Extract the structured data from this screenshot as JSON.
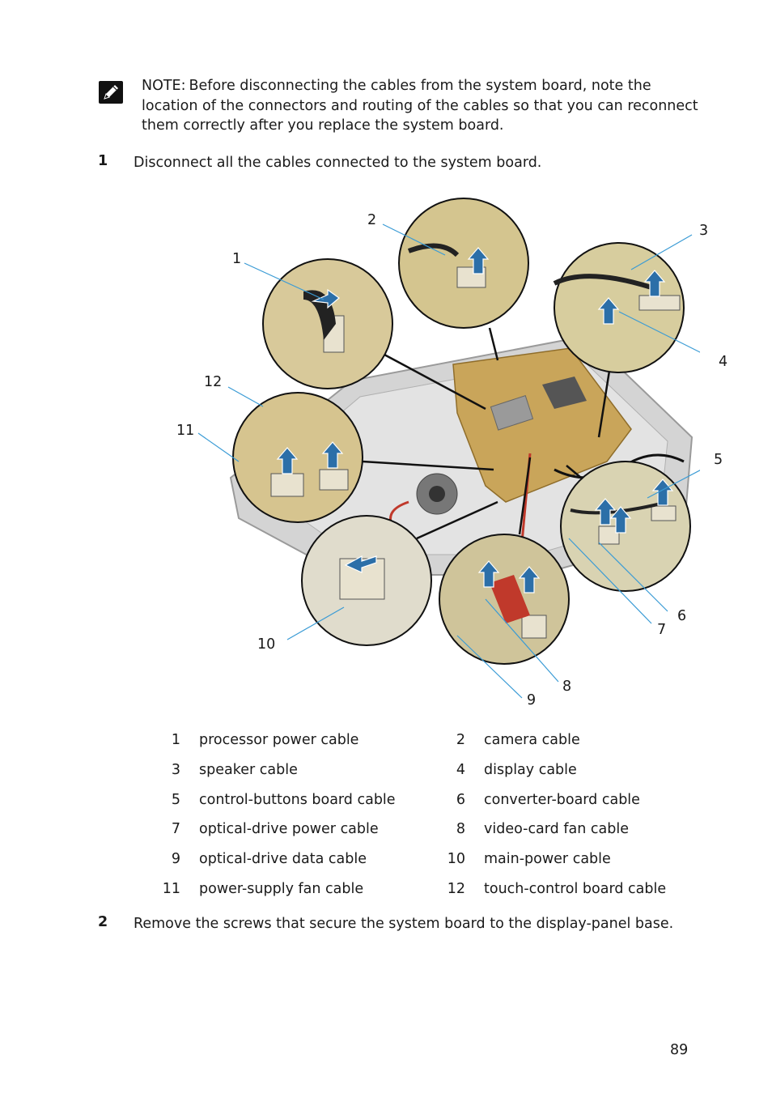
{
  "note": {
    "label": "NOTE:",
    "text": "Before disconnecting the cables from the system board, note the location of the connectors and routing of the cables so that you can reconnect them correctly after you replace the system board."
  },
  "steps": [
    {
      "number": "1",
      "text": "Disconnect all the cables connected to the system board."
    },
    {
      "number": "2",
      "text": "Remove the screws that secure the system board to the display-panel base."
    }
  ],
  "figure": {
    "callouts": [
      "1",
      "2",
      "3",
      "4",
      "5",
      "6",
      "7",
      "8",
      "9",
      "10",
      "11",
      "12"
    ]
  },
  "legend": [
    {
      "n1": "1",
      "l1": "processor power cable",
      "n2": "2",
      "l2": "camera cable"
    },
    {
      "n1": "3",
      "l1": "speaker cable",
      "n2": "4",
      "l2": "display cable"
    },
    {
      "n1": "5",
      "l1": "control-buttons board cable",
      "n2": "6",
      "l2": "converter-board cable"
    },
    {
      "n1": "7",
      "l1": "optical-drive power cable",
      "n2": "8",
      "l2": "video-card fan cable"
    },
    {
      "n1": "9",
      "l1": "optical-drive data cable",
      "n2": "10",
      "l2": "main-power cable"
    },
    {
      "n1": "11",
      "l1": "power-supply fan cable",
      "n2": "12",
      "l2": "touch-control board cable"
    }
  ],
  "page_number": "89",
  "icons": {
    "note": "pencil-note-icon"
  },
  "colors": {
    "callout_line": "#3a9bd5",
    "board": "#c9a55a",
    "chassis": "#bfbfbf"
  }
}
